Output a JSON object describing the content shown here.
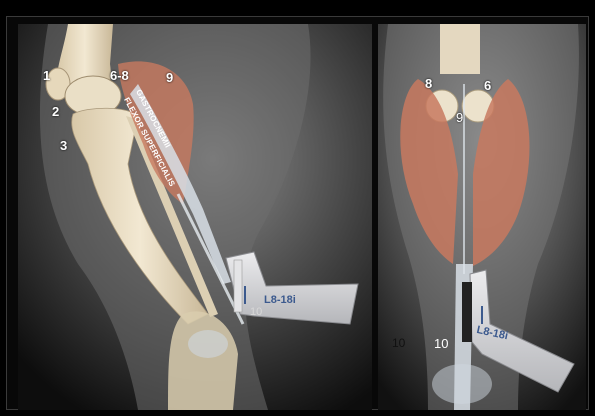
{
  "left_panel": {
    "labels": {
      "l1": "1",
      "l2": "2",
      "l3": "3",
      "l6_8": "6-8",
      "l9": "9",
      "l10": "10"
    },
    "muscle_labels": {
      "gastrocnemii": "GASTROCNEMII",
      "flexor": "FLEXOR SUPERFICIALIS"
    },
    "probe_model": "L8-18i"
  },
  "right_panel": {
    "labels": {
      "l8": "8",
      "l6": "6",
      "l9": "9",
      "l10": "10",
      "l10_dim": "10"
    },
    "probe_model": "L8-18i"
  },
  "colors": {
    "muscle": "#c8795f",
    "bone": "#e8dcc4",
    "probe_body": "#d4d4d6",
    "probe_text": "#3c5a8e",
    "background": "#000000"
  }
}
